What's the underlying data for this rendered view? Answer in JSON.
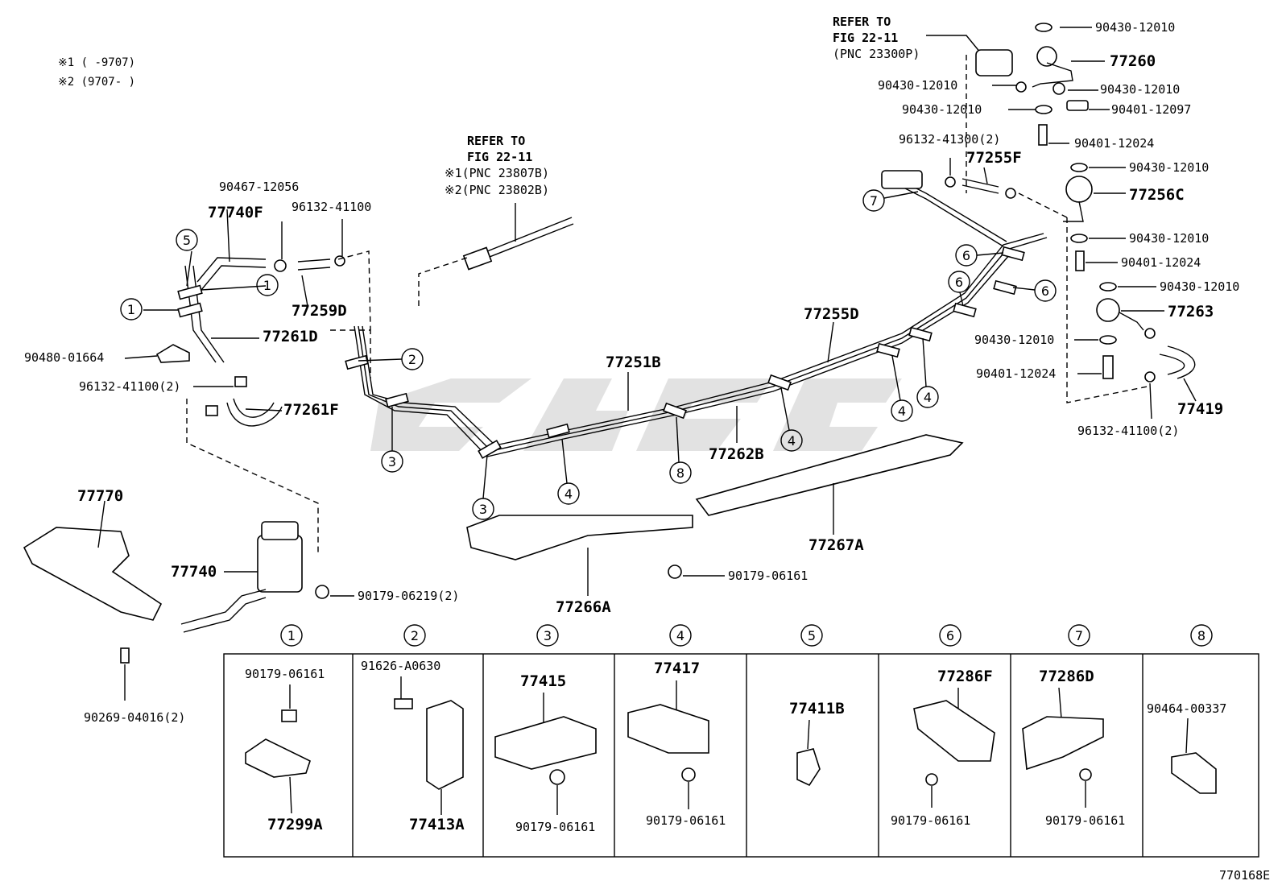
{
  "header_notes": [
    "※1 (     -9707)",
    "※2 (9707-     )"
  ],
  "refer_top": {
    "l1": "REFER TO",
    "l2": "FIG 22-11",
    "l3": "(PNC 23300P)"
  },
  "refer_mid": {
    "l1": "REFER TO",
    "l2": "FIG 22-11",
    "l3": "※1(PNC 23807B)",
    "l4": "※2(PNC 23802B)"
  },
  "parts": {
    "p77740F": "77740F",
    "p90467": "90467-12056",
    "p96132_41100": "96132-41100",
    "p77259D": "77259D",
    "p77261D": "77261D",
    "p90480": "90480-01664",
    "p96132_2a": "96132-41100(2)",
    "p77261F": "77261F",
    "p77770": "77770",
    "p77740": "77740",
    "p90179_06219": "90179-06219(2)",
    "p90269": "90269-04016(2)",
    "p77251B": "77251B",
    "p77262B": "77262B",
    "p77255D": "77255D",
    "p77267A": "77267A",
    "p77266A": "77266A",
    "p90179_06161": "90179-06161",
    "r90430_a": "90430-12010",
    "r77260": "77260",
    "r90430_b": "90430-12010",
    "r90430_c": "90430-12010",
    "r90430_d": "90430-12010",
    "r90401_12097": "90401-12097",
    "r90401_a": "90401-12024",
    "r96132_41300": "96132-41300(2)",
    "r77255F": "77255F",
    "r90430_e": "90430-12010",
    "r77256C": "77256C",
    "r90430_f": "90430-12010",
    "r90401_b": "90401-12024",
    "r90430_g": "90430-12010",
    "r77263": "77263",
    "r90430_h": "90430-12010",
    "r90401_c": "90401-12024",
    "r77419": "77419",
    "r96132_2b": "96132-41100(2)"
  },
  "callouts": [
    "1",
    "1",
    "5",
    "2",
    "3",
    "3",
    "4",
    "8",
    "4",
    "4",
    "4",
    "6",
    "6",
    "6",
    "7"
  ],
  "detail_table": {
    "headers": [
      "1",
      "2",
      "3",
      "4",
      "5",
      "6",
      "7",
      "8"
    ],
    "cells": [
      {
        "top": "90179-06161",
        "bottom": "77299A"
      },
      {
        "top": "91626-A0630",
        "bottom": "77413A"
      },
      {
        "top": "77415",
        "bottom": "90179-06161"
      },
      {
        "top": "77417",
        "bottom": "90179-06161"
      },
      {
        "top": "77411B",
        "bottom": ""
      },
      {
        "top": "77286F",
        "bottom": "90179-06161"
      },
      {
        "top": "77286D",
        "bottom": "90179-06161"
      },
      {
        "top": "90464-00337",
        "bottom": ""
      }
    ]
  },
  "figure_code": "770168E"
}
